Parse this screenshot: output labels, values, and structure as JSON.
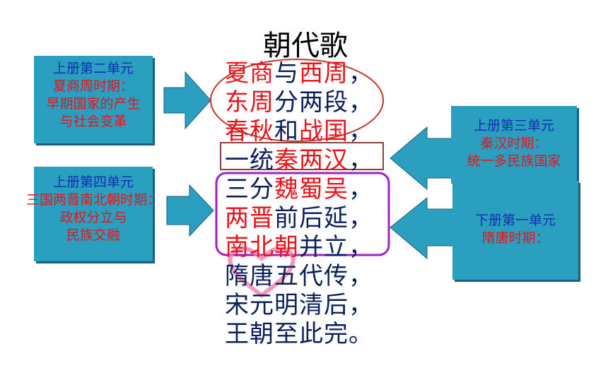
{
  "title": "朝代歌",
  "poem": [
    {
      "parts": [
        {
          "t": "夏商",
          "red": true
        },
        {
          "t": "与",
          "red": false
        },
        {
          "t": "西周",
          "red": true
        },
        {
          "t": "，",
          "red": false
        }
      ]
    },
    {
      "parts": [
        {
          "t": "东周",
          "red": true
        },
        {
          "t": "分两段，",
          "red": false
        }
      ]
    },
    {
      "parts": [
        {
          "t": "春秋",
          "red": true
        },
        {
          "t": "和",
          "red": false
        },
        {
          "t": "战国",
          "red": true
        },
        {
          "t": "，",
          "red": false
        }
      ]
    },
    {
      "parts": [
        {
          "t": "一统",
          "red": false
        },
        {
          "t": "秦两汉",
          "red": true
        },
        {
          "t": "，",
          "red": false
        }
      ]
    },
    {
      "parts": [
        {
          "t": "三分",
          "red": false
        },
        {
          "t": "魏蜀吴",
          "red": true
        },
        {
          "t": "，",
          "red": false
        }
      ]
    },
    {
      "parts": [
        {
          "t": "两晋",
          "red": true
        },
        {
          "t": "前后延，",
          "red": false
        }
      ]
    },
    {
      "parts": [
        {
          "t": "南北朝",
          "red": true
        },
        {
          "t": "并立，",
          "red": false
        }
      ]
    },
    {
      "parts": [
        {
          "t": "隋唐五代传，",
          "red": false
        }
      ]
    },
    {
      "parts": [
        {
          "t": "宋元明清后，",
          "red": false
        }
      ]
    },
    {
      "parts": [
        {
          "t": "王朝至此完。",
          "red": false
        }
      ]
    }
  ],
  "boxes": {
    "b1": {
      "l1": "上册第二单元",
      "l2": "夏商周时期：",
      "l3": "早期国家的产生",
      "l4": "与社会变革"
    },
    "b2": {
      "l1": "上册第四单元",
      "l2": "三国两晋南北朝时期：",
      "l3": "政权分立与",
      "l4": "民族交融"
    },
    "b3": {
      "l1": "上册第三单元",
      "l2": "秦汉时期：",
      "l3": "统一多民族国家"
    },
    "b4": {
      "l1": "下册第一单元",
      "l2": "隋唐时期："
    }
  },
  "colors": {
    "box": "#2a9fc0",
    "red": "#e8141a",
    "navy": "#0a1f5c",
    "ellipse": "#c0392b",
    "purple": "#a020c0",
    "heart": "#f080b0"
  }
}
